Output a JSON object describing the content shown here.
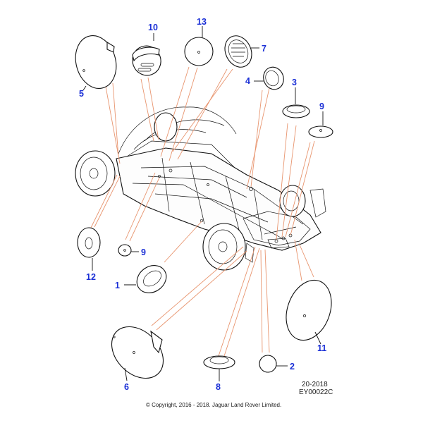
{
  "callouts": {
    "c1": "1",
    "c2": "2",
    "c3": "3",
    "c4": "4",
    "c5": "5",
    "c6": "6",
    "c7": "7",
    "c8": "8",
    "c9a": "9",
    "c9b": "9",
    "c10": "10",
    "c11": "11",
    "c12": "12",
    "c13": "13"
  },
  "footer": {
    "date": "20-2018",
    "ref": "EY00022C",
    "copyright": "© Copyright, 2016 - 2018. Jaguar Land Rover Limited."
  },
  "colors": {
    "callout": "#1a2fd6",
    "leader": "#e8956f",
    "outline": "#111111"
  }
}
